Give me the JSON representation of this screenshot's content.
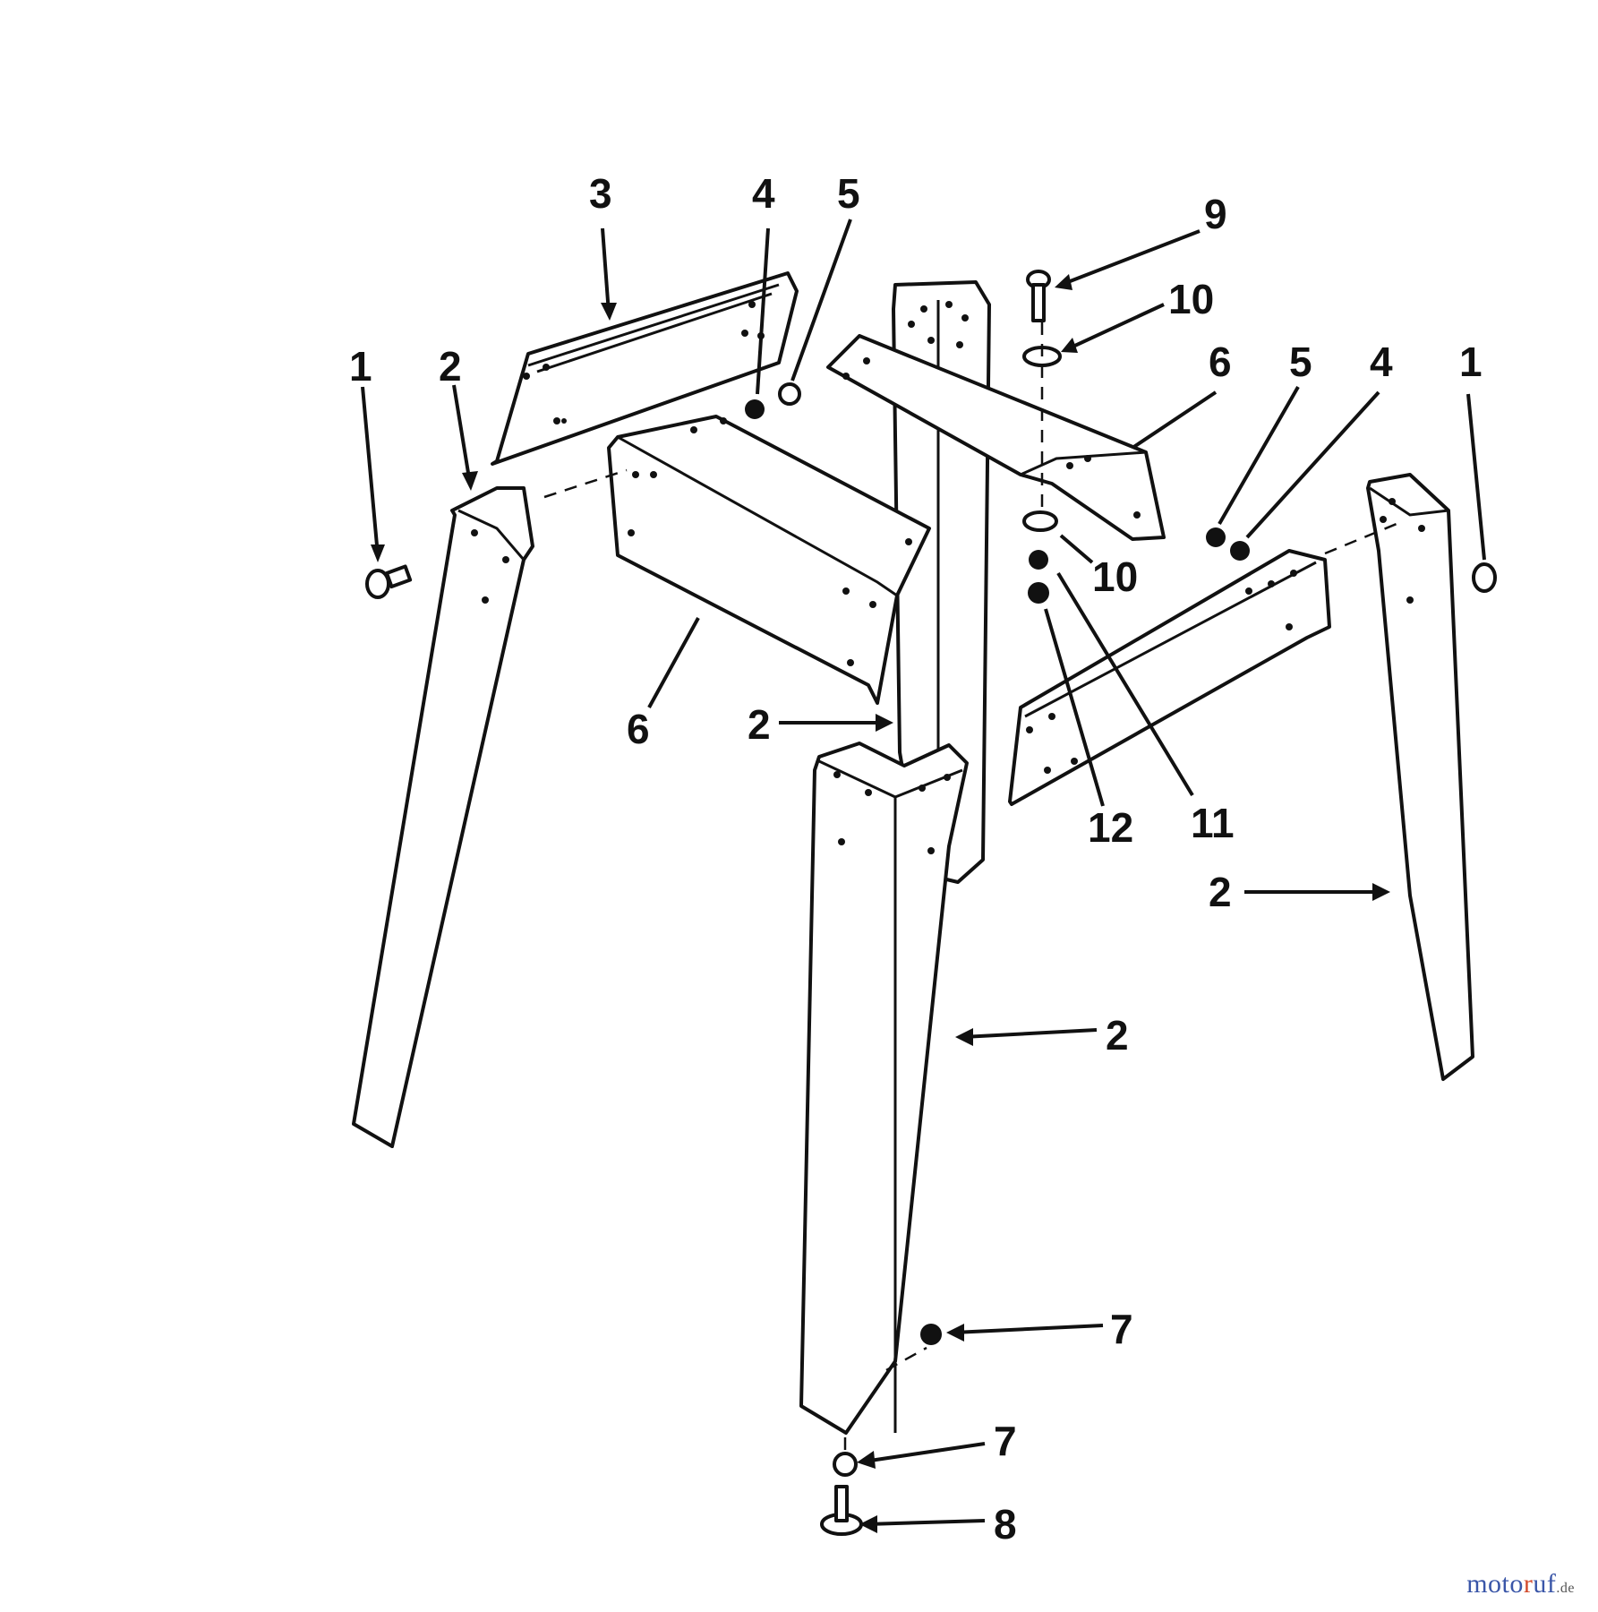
{
  "diagram": {
    "callouts": {
      "c1_left": "1",
      "c2_left": "2",
      "c3": "3",
      "c4_left": "4",
      "c5_left": "5",
      "c9": "9",
      "c10_top": "10",
      "c6_right": "6",
      "c5_right": "5",
      "c4_right": "4",
      "c1_right": "1",
      "c6_left": "6",
      "c2_center": "2",
      "c10_mid": "10",
      "c12": "12",
      "c11": "11",
      "c2_right": "2",
      "c2_front": "2",
      "c7_upper": "7",
      "c7_lower": "7",
      "c8": "8"
    }
  },
  "watermark": {
    "brand_a": "moto",
    "brand_b": "r",
    "brand_c": "uf",
    "tld": ".de"
  }
}
